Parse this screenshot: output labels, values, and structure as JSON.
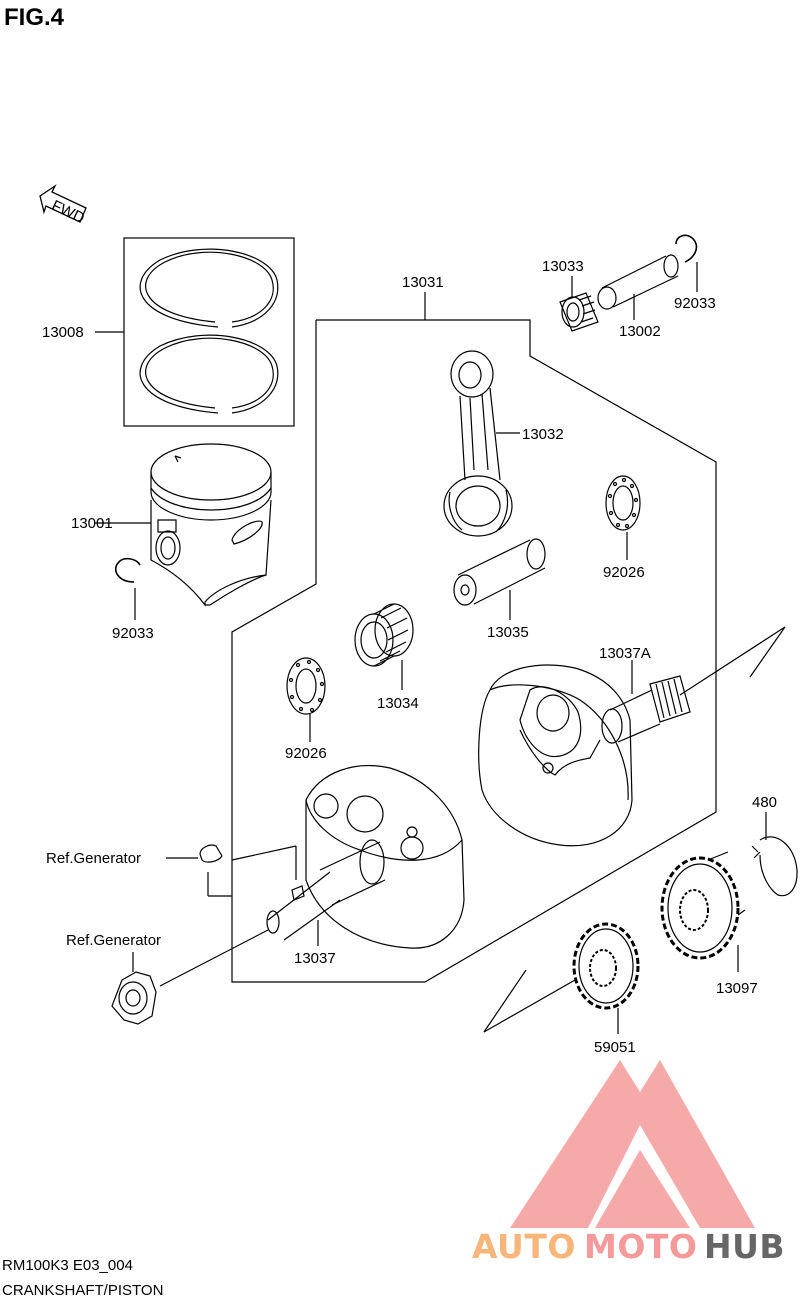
{
  "figure_title": "FIG.4",
  "fwd_label": "FWD",
  "parts": {
    "p13008": "13008",
    "p13001": "13001",
    "p92033_left": "92033",
    "p13031": "13031",
    "p13033": "13033",
    "p13002": "13002",
    "p92033_right": "92033",
    "p13032": "13032",
    "p92026_right": "92026",
    "p13035": "13035",
    "p13034": "13034",
    "p92026_left": "92026",
    "p13037A": "13037A",
    "p480": "480",
    "ref_generator_1": "Ref.Generator",
    "ref_generator_2": "Ref.Generator",
    "p13037": "13037",
    "p13097": "13097",
    "p59051": "59051"
  },
  "footer": {
    "model_code": "RM100K3 E03_004",
    "section_name": "CRANKSHAFT/PISTON"
  },
  "watermark": {
    "part1": "AUTO",
    "part2": "MOTO",
    "part3": "HUB",
    "colors": {
      "orange": "#f7b57a",
      "red": "#f59a9a",
      "dark": "#666666",
      "triangle": "#f28c8c"
    }
  }
}
